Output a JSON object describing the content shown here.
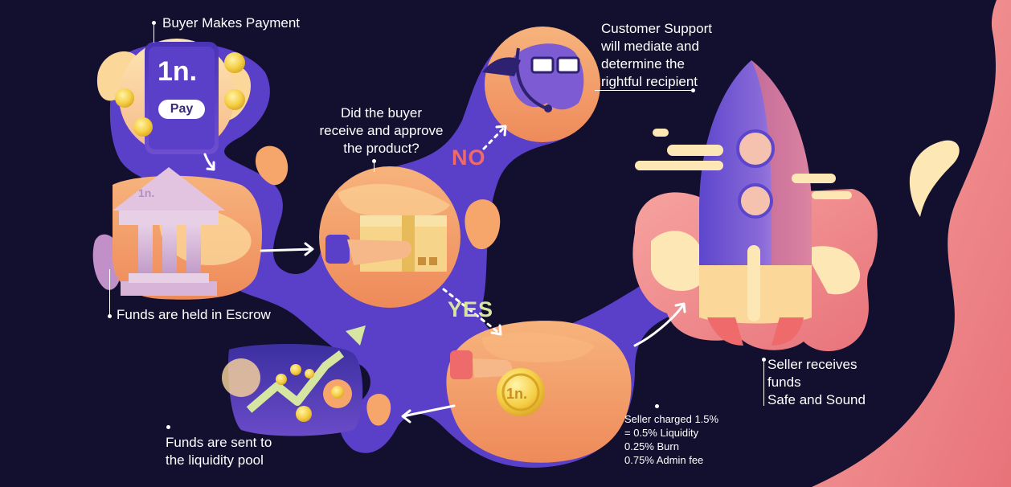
{
  "steps": {
    "payment": {
      "label": "Buyer Makes Payment",
      "button": "Pay"
    },
    "escrow": {
      "label": "Funds are held in Escrow"
    },
    "question": {
      "lines": [
        "Did the buyer",
        "receive and approve",
        "the product?"
      ]
    },
    "support": {
      "lines": [
        "Customer Support",
        "will mediate and",
        "determine the",
        "rightful recipient"
      ]
    },
    "fees": {
      "lines": [
        "Seller charged 1.5%",
        "= 0.5% Liquidity",
        "0.25% Burn",
        "0.75% Admin fee"
      ]
    },
    "liquidity": {
      "lines": [
        "Funds are sent to",
        "the liquidity pool"
      ]
    },
    "seller": {
      "lines": [
        "Seller receives",
        "funds",
        "Safe and Sound"
      ]
    }
  },
  "branches": {
    "no": "NO",
    "yes": "YES"
  },
  "colors": {
    "background": "#130f2e",
    "flow": "#5a3fc8",
    "orange": "#f6a66a",
    "peach": "#fbd79a",
    "coral": "#ef7a72",
    "no_text": "#ef6a6a",
    "yes_text": "#d6e6a0",
    "text": "#ffffff"
  }
}
